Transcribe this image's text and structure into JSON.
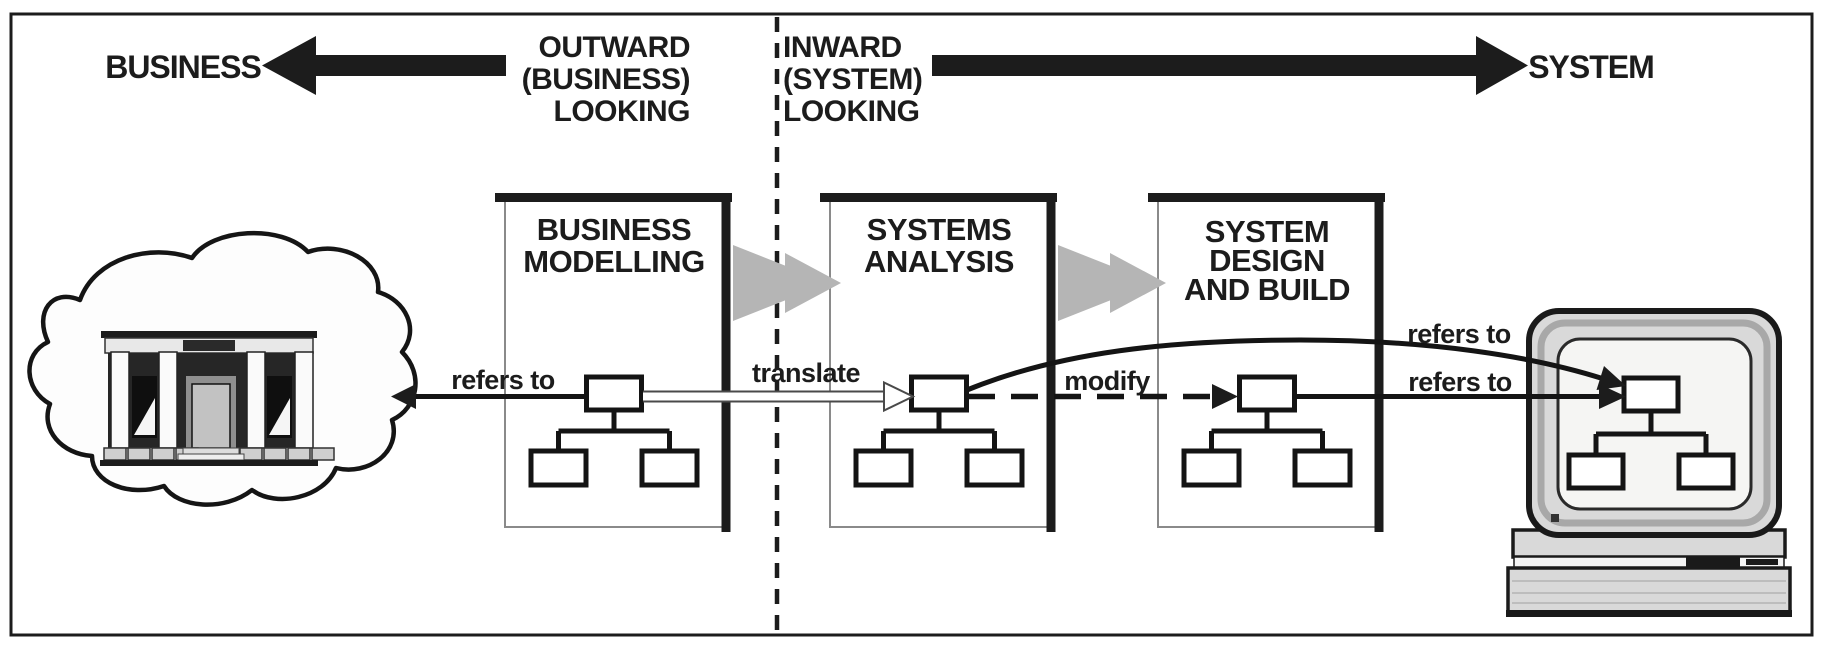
{
  "header": {
    "left_label": "BUSINESS",
    "right_label": "SYSTEM",
    "outward_lines": [
      "OUTWARD",
      "(BUSINESS)",
      "LOOKING"
    ],
    "inward_lines": [
      "INWARD",
      "(SYSTEM)",
      "LOOKING"
    ]
  },
  "stages": [
    {
      "title_lines": [
        "BUSINESS",
        "MODELLING"
      ]
    },
    {
      "title_lines": [
        "SYSTEMS",
        "ANALYSIS"
      ]
    },
    {
      "title_lines": [
        "SYSTEM",
        "DESIGN",
        "AND BUILD"
      ]
    }
  ],
  "connectors": {
    "refers_to_business": "refers to",
    "translate": "translate",
    "modify": "modify",
    "refers_to_system_upper": "refers to",
    "refers_to_system_lower": "refers to"
  },
  "icons": {
    "business_icon": "cloud-with-bank-building",
    "system_icon": "desktop-computer-monitor"
  },
  "colors": {
    "ink": "#1c1c1c",
    "stage_flow_gray": "#b5b5b5",
    "thin_border_gray": "#8a8a8a",
    "monitor_gray": "#d9d9d9",
    "screen_white": "#f5f5f3"
  }
}
